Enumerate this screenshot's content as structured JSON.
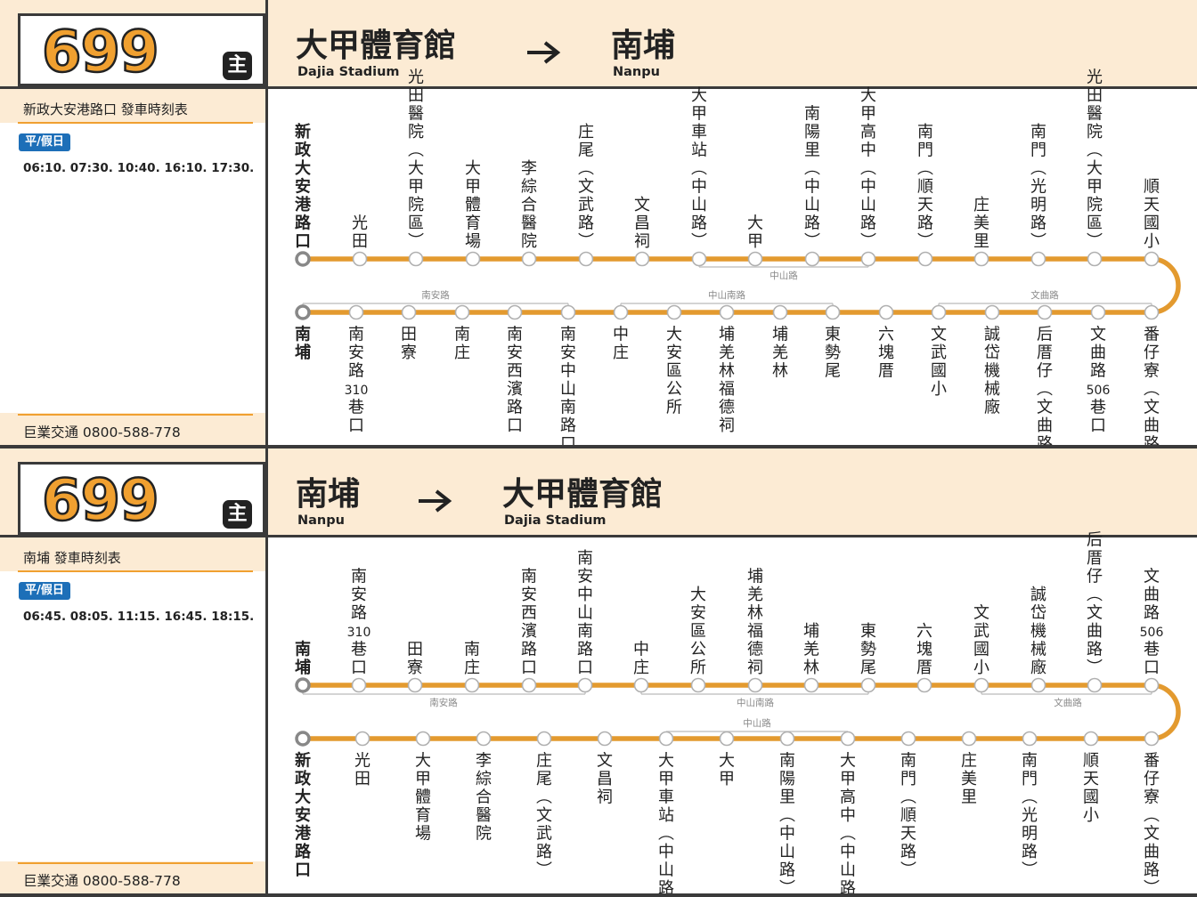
{
  "colors": {
    "line": "#e39a2f",
    "header": "#fcebd4",
    "badge": "#1d6fb8",
    "dark": "#3a3a3a"
  },
  "panels": [
    {
      "route_number": "699",
      "route_tag": "主",
      "from_zh": "大甲體育館",
      "from_en": "Dajia Stadium",
      "to_zh": "南埔",
      "to_en": "Nanpu",
      "timetable_title": "新政大安港路口  發車時刻表",
      "day_label": "平/假日",
      "times": "06:10. 07:30. 10:40. 16:10. 17:30.",
      "operator": "巨業交通   0800-588-778",
      "top_stops": [
        "新政大安港路口",
        "光田",
        "光田醫院(大甲院區)",
        "大甲體育場",
        "李綜合醫院",
        "庄尾(文武路)",
        "文昌祠",
        "大甲車站(中山路)",
        "大甲",
        "南陽里(中山路)",
        "大甲高中(中山路)",
        "南門(順天路)",
        "庄美里",
        "南門(光明路)",
        "光田醫院(大甲院區)",
        "順天國小"
      ],
      "bottom_stops": [
        "南埔",
        "南安路310巷口",
        "田寮",
        "南庄",
        "南安西濱路口",
        "南安中山南路口",
        "中庄",
        "大安區公所",
        "埔羌林福德祠",
        "埔羌林",
        "東勢尾",
        "六塊厝",
        "文武國小",
        "誠岱機械廠",
        "后厝仔(文曲路)",
        "文曲路506巷口",
        "番仔寮(文曲路)"
      ],
      "road_labels": [
        "中山路",
        "南安路",
        "中山南路",
        "文曲路"
      ]
    },
    {
      "route_number": "699",
      "route_tag": "主",
      "from_zh": "南埔",
      "from_en": "Nanpu",
      "to_zh": "大甲體育館",
      "to_en": "Dajia Stadium",
      "timetable_title": "南埔  發車時刻表",
      "day_label": "平/假日",
      "times": "06:45. 08:05. 11:15. 16:45. 18:15.",
      "operator": "巨業交通   0800-588-778",
      "top_stops": [
        "南埔",
        "南安路310巷口",
        "田寮",
        "南庄",
        "南安西濱路口",
        "南安中山南路口",
        "中庄",
        "大安區公所",
        "埔羌林福德祠",
        "埔羌林",
        "東勢尾",
        "六塊厝",
        "文武國小",
        "誠岱機械廠",
        "后厝仔(文曲路)",
        "文曲路506巷口"
      ],
      "bottom_stops": [
        "新政大安港路口",
        "光田",
        "大甲體育場",
        "李綜合醫院",
        "庄尾(文武路)",
        "文昌祠",
        "大甲車站(中山路)",
        "大甲",
        "南陽里(中山路)",
        "大甲高中(中山路)",
        "南門(順天路)",
        "庄美里",
        "南門(光明路)",
        "順天國小",
        "番仔寮(文曲路)"
      ],
      "road_labels": [
        "南安路",
        "中山南路",
        "文曲路",
        "中山路"
      ]
    }
  ]
}
